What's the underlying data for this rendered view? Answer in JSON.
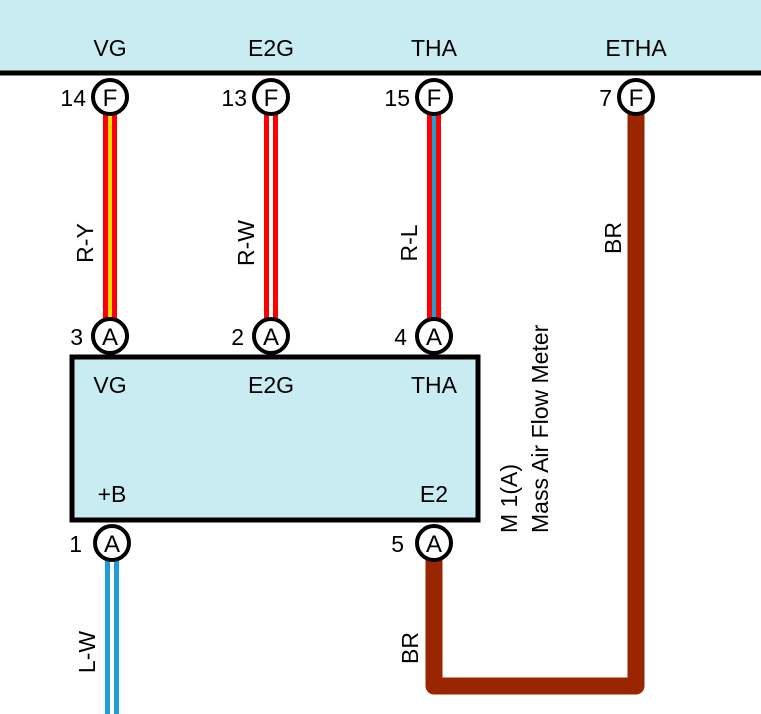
{
  "ecu": {
    "signals": [
      "VG",
      "E2G",
      "THA",
      "ETHA"
    ],
    "pins": [
      {
        "number": "14",
        "letter": "F"
      },
      {
        "number": "13",
        "letter": "F"
      },
      {
        "number": "15",
        "letter": "F"
      },
      {
        "number": "7",
        "letter": "F"
      }
    ]
  },
  "wires": [
    {
      "label": "R-Y",
      "base": "#ff0000",
      "stripe": "#ffd700"
    },
    {
      "label": "R-W",
      "base": "#ff0000",
      "stripe": "#ffffff"
    },
    {
      "label": "R-L",
      "base": "#ff0000",
      "stripe": "#1e9fd2"
    },
    {
      "label": "BR",
      "base": "#992600"
    },
    {
      "label": "L-W",
      "base": "#1e9fd2",
      "stripe": "#ffffff"
    },
    {
      "label": "BR",
      "base": "#992600"
    }
  ],
  "component": {
    "id": "M 1(A)",
    "name": "Mass Air Flow Meter",
    "top_pins": [
      {
        "number": "3",
        "letter": "A",
        "signal": "VG"
      },
      {
        "number": "2",
        "letter": "A",
        "signal": "E2G"
      },
      {
        "number": "4",
        "letter": "A",
        "signal": "THA"
      }
    ],
    "bottom_pins": [
      {
        "number": "1",
        "letter": "A",
        "signal": "+B"
      },
      {
        "number": "5",
        "letter": "A",
        "signal": "E2"
      }
    ]
  },
  "colors": {
    "panel_fill": "#c9ebf2",
    "outline": "#000000",
    "red": "#ff0000",
    "yellow": "#ffd700",
    "blue": "#1e9fd2",
    "brown": "#992600"
  }
}
